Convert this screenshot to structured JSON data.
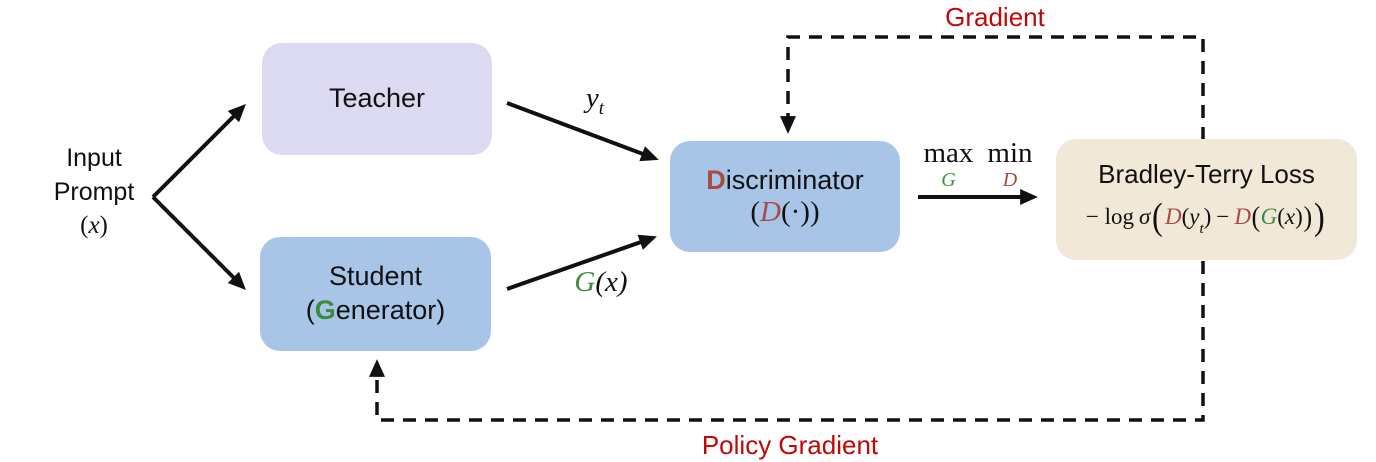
{
  "colors": {
    "teacher_fill": "#dbdaf0",
    "blue_fill": "#a8c5e8",
    "loss_fill": "#f2e8d8",
    "red_label": "#c00808",
    "brick_red": "#a84c42",
    "green": "#3d8b3d"
  },
  "input_prompt": {
    "line1": "Input",
    "line2": "Prompt",
    "math_open": "(",
    "math_x": "x",
    "math_close": ")"
  },
  "teacher": {
    "label": "Teacher"
  },
  "student": {
    "title": "Student",
    "sub_open": "(",
    "sub_g": "G",
    "sub_rest": "enerator)"
  },
  "discriminator": {
    "d": "D",
    "name_rest": "iscriminator",
    "f_open": "(",
    "f_d": "D",
    "f_args": "(·)",
    "f_close": ")"
  },
  "loss": {
    "title": "Bradley-Terry Loss",
    "f_neglog": "− log",
    "f_sigma": "σ",
    "f_open_big": "(",
    "f_d1": "D",
    "f_p1": "(",
    "f_y": "y",
    "f_t": "t",
    "f_p2": ")",
    "f_minus": "−",
    "f_d2": "D",
    "f_open_mid": "(",
    "f_g": "G",
    "f_p3": "(",
    "f_x": "x",
    "f_p4": ")",
    "f_close_mid": ")",
    "f_close_big": ")"
  },
  "edge_labels": {
    "teacher_output_y": "y",
    "teacher_output_sub": "t",
    "student_output_g": "G",
    "student_output_rest": "(x)",
    "gradient": "Gradient",
    "policy_gradient": "Policy Gradient",
    "minimax": {
      "max": "max",
      "max_sub": "G",
      "min": "min",
      "min_sub": "D"
    }
  }
}
